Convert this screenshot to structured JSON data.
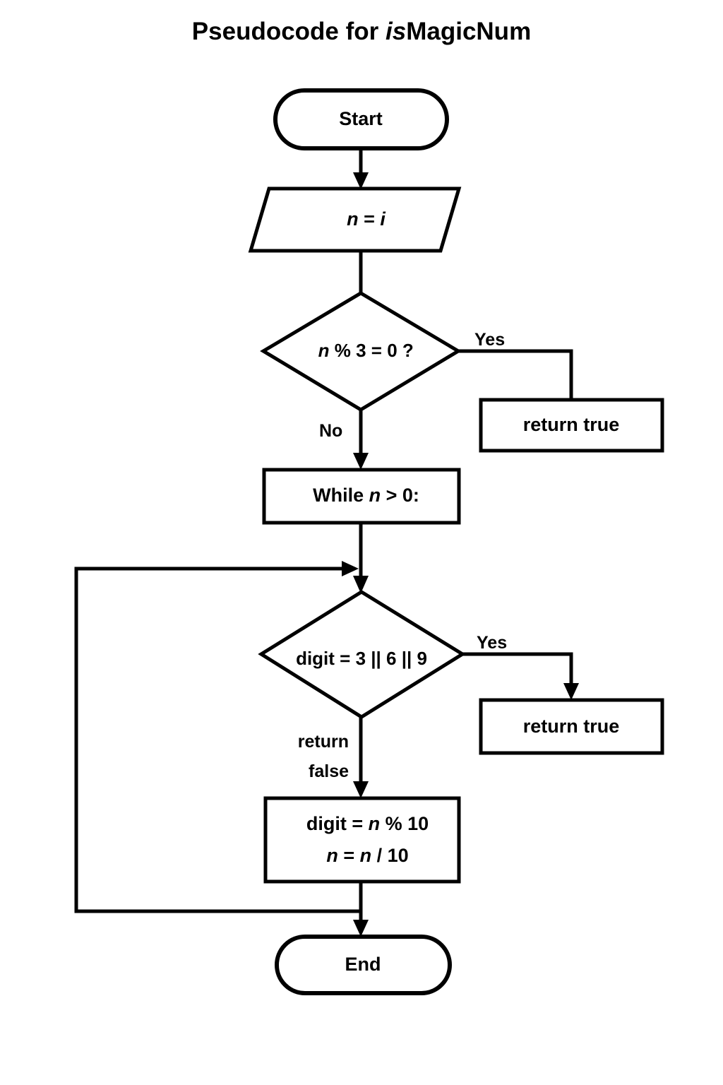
{
  "diagram": {
    "title_prefix": "Pseudocode for ",
    "title_italic": "is",
    "title_suffix": "MagicNum",
    "title_full": "Pseudocode for isMagicNum",
    "background_color": "#ffffff",
    "stroke_color": "#000000",
    "text_color": "#000000"
  },
  "nodes": {
    "start": {
      "label": "Start",
      "shape": "stadium"
    },
    "input_n": {
      "label_italic_n": "n",
      "label_eq": " = ",
      "label_italic_i": "i",
      "label_full": "n = i",
      "shape": "parallelogram"
    },
    "decision_mod3": {
      "label_italic_n": "n",
      "label_rest": " % 3 = 0 ?",
      "label_full": "n % 3 = 0 ?",
      "shape": "diamond"
    },
    "return_true_1": {
      "label": "return true",
      "shape": "rectangle"
    },
    "while_loop": {
      "label_prefix": "While ",
      "label_italic_n": "n",
      "label_suffix": " > 0:",
      "label_full": "While n > 0:",
      "shape": "rectangle"
    },
    "decision_digit": {
      "label_full": "digit = 3 || 6 || 9",
      "shape": "diamond"
    },
    "return_true_2": {
      "label": "return true",
      "shape": "rectangle"
    },
    "process_digit": {
      "line1_prefix": "digit = ",
      "line1_italic_n": "n",
      "line1_suffix": " % 10",
      "line1_full": "digit = n % 10",
      "line2_italic_n1": "n",
      "line2_mid": " = ",
      "line2_italic_n2": "n",
      "line2_suffix": " / 10",
      "line2_full": "n = n / 10",
      "shape": "rectangle"
    },
    "end": {
      "label": "End",
      "shape": "stadium"
    }
  },
  "edge_labels": {
    "mod3_yes": "Yes",
    "mod3_no": "No",
    "digit_yes": "Yes",
    "digit_no_line1": "return",
    "digit_no_line2": "false",
    "digit_no_full": "return false"
  }
}
